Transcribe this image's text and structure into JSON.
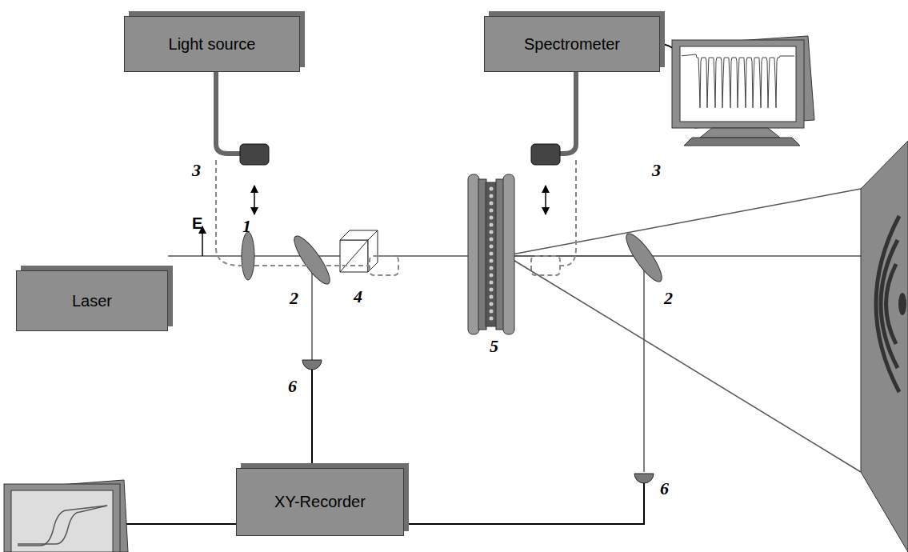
{
  "diagram": {
    "nodes": [
      {
        "text": [
          "Light source"
        ]
      },
      {
        "text": [
          "Spectrometer"
        ]
      },
      {
        "text": [
          "Laser"
        ]
      },
      {
        "text": [
          "XY-Recorder"
        ]
      }
    ],
    "labels": [
      "3",
      "3",
      "E",
      "1",
      "2",
      "4",
      "5",
      "2",
      "6",
      "6"
    ]
  }
}
